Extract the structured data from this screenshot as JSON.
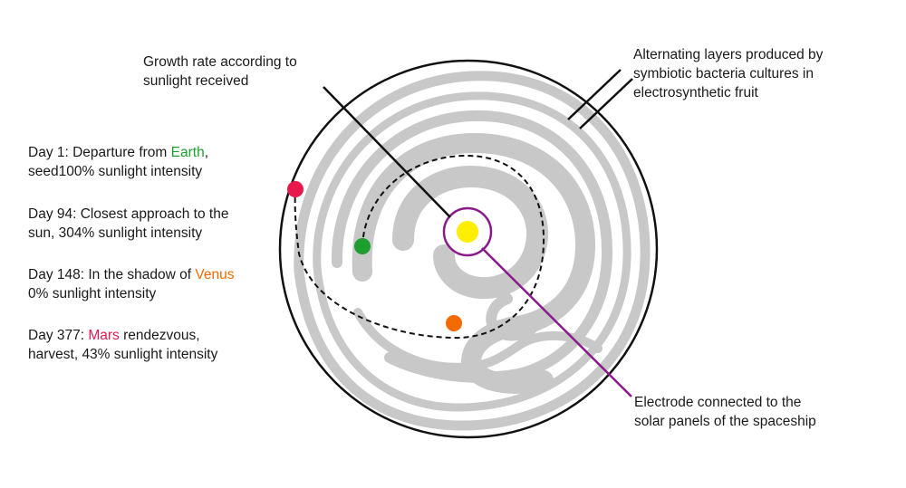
{
  "labels": {
    "growth": [
      "Growth rate according to",
      "sunlight received"
    ],
    "layers": [
      "Alternating layers produced by",
      "symbiotic bacteria cultures in",
      "electrosynthetic fruit"
    ],
    "electrode": [
      "Electrode connected to the",
      "solar panels of the spaceship"
    ]
  },
  "days": [
    {
      "pre": "Day 1: Departure from ",
      "planet": "Earth",
      "post": ",",
      "line2": "seed100% sunlight intensity",
      "color": "#1e9e2e"
    },
    {
      "pre": "Day 94: Closest approach to the",
      "planet": "",
      "post": "",
      "line2": "sun, 304% sunlight intensity",
      "color": ""
    },
    {
      "pre": "Day 148: In the shadow of ",
      "planet": "Venus",
      "post": "",
      "line2": "0% sunlight intensity",
      "color": "#f26a00"
    },
    {
      "pre": "",
      "planet": "Mars",
      "post": " rendezvous,",
      "line2": "harvest, 43% sunlight intensity",
      "color": "#e8184d"
    }
  ],
  "colors": {
    "earth": "#1e9e2e",
    "venus": "#f26a00",
    "mars": "#e8184d",
    "sun": "#ffee00",
    "electrode": "#8b1a89",
    "layers": "#c8c8c8"
  }
}
